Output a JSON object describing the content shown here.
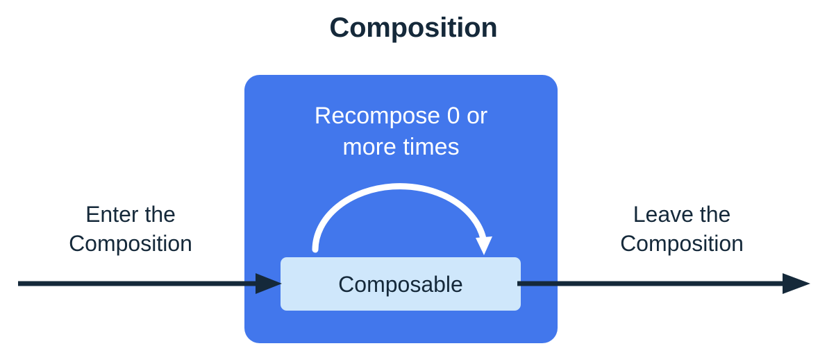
{
  "title": "Composition",
  "colors": {
    "background": "#ffffff",
    "ink": "#15293a",
    "composition_box": "#4277ec",
    "composable_pill": "#cfe7fb",
    "arrow_white": "#ffffff",
    "arrow_dark": "#15293a"
  },
  "composition_box": {
    "name": "Composition",
    "recompose_note": {
      "line1": "Recompose 0 or",
      "line2": "more times",
      "full_text": "Recompose 0 or more times"
    },
    "recompose_arrow": {
      "icon": "curved-loop-arrow-icon",
      "direction": "clockwise-loop-back-onto-composable"
    },
    "composable": {
      "label": "Composable"
    }
  },
  "enter_flow": {
    "line1": "Enter the",
    "line2": "Composition",
    "full_text": "Enter the Composition",
    "arrow_icon": "arrow-right-icon"
  },
  "leave_flow": {
    "line1": "Leave the",
    "line2": "Composition",
    "full_text": "Leave the Composition",
    "arrow_icon": "arrow-right-icon"
  }
}
